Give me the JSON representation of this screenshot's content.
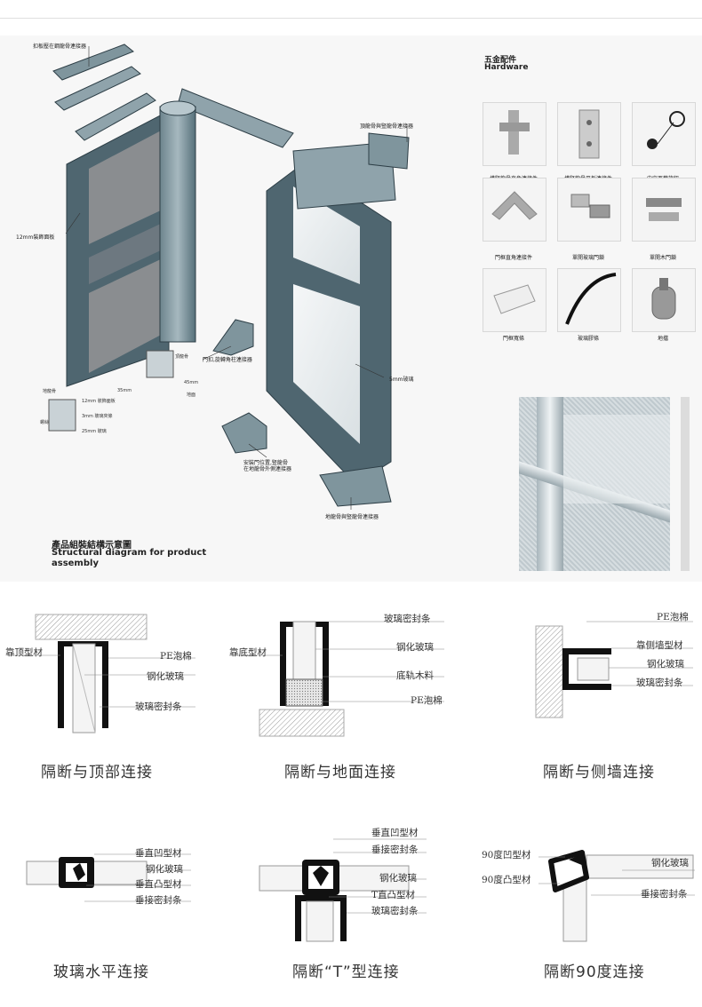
{
  "assembly": {
    "title_cn": "產品組裝結構示意圖",
    "title_en_line1": "Structural diagram for product",
    "title_en_line2": "assembly",
    "labels": {
      "top_connector": "扣板壓在鋼龍骨連接器",
      "panel": "12mm裝飾面板",
      "ceiling_connector": "頂龍骨與豎龍骨連接器",
      "glass": "5mm玻璃",
      "door_corner": "門扣,旋轉角柱連接器",
      "door_position": "安裝門位置,豎龍骨",
      "door_position2": "在地龍骨外側連接器",
      "floor_connector": "地龍骨與豎龍骨連接器",
      "floor": "地面",
      "detail1": "地龍骨",
      "detail2": "12mm 裝飾面板",
      "detail3": "螺絲",
      "detail4": "25mm 玻璃",
      "detail5": "頂龍骨",
      "detail6": "35mm",
      "detail7": "45mm",
      "detail8": "3mm 玻璃夾條"
    }
  },
  "hardware": {
    "title_cn": "五金配件",
    "title_en": "Hardware",
    "items": [
      {
        "label": "橫豎龍骨直角連接件",
        "icon": "angle-bracket-icon"
      },
      {
        "label": "橫豎龍骨平板連接件",
        "icon": "flat-plate-icon"
      },
      {
        "label": "中空百葉旋鈕",
        "icon": "blind-knob-icon"
      },
      {
        "label": "門框直角連接件",
        "icon": "right-angle-icon"
      },
      {
        "label": "單開玻璃門鎖",
        "icon": "glass-lock-icon"
      },
      {
        "label": "單開木門鎖",
        "icon": "wood-lock-icon"
      },
      {
        "label": "門框寬條",
        "icon": "wide-strip-icon"
      },
      {
        "label": "玻璃膠條",
        "icon": "rubber-strip-icon"
      },
      {
        "label": "地擋",
        "icon": "door-stop-icon"
      }
    ]
  },
  "details": [
    {
      "caption": "隔断与顶部连接",
      "labels": [
        "靠顶型材",
        "PE泡棉",
        "钢化玻璃",
        "玻璃密封条"
      ]
    },
    {
      "caption": "隔断与地面连接",
      "labels": [
        "玻璃密封条",
        "靠底型材",
        "钢化玻璃",
        "底轨木料",
        "PE泡棉"
      ]
    },
    {
      "caption": "隔断与侧墙连接",
      "labels": [
        "PE泡棉",
        "靠侧墙型材",
        "钢化玻璃",
        "玻璃密封条"
      ]
    },
    {
      "caption": "玻璃水平连接",
      "labels": [
        "垂直凹型材",
        "钢化玻璃",
        "垂直凸型材",
        "垂接密封条"
      ]
    },
    {
      "caption": "隔断“T”型连接",
      "labels": [
        "垂直凹型材",
        "垂接密封条",
        "钢化玻璃",
        "T直凸型材",
        "玻璃密封条"
      ]
    },
    {
      "caption": "隔断90度连接",
      "labels": [
        "90度凹型材",
        "90度凸型材",
        "钢化玻璃",
        "垂接密封条"
      ]
    }
  ],
  "colors": {
    "frame": "#4f6670",
    "frame_dark": "#2d3e46",
    "frame_light": "#8fa3ab",
    "panel": "#8a8d90",
    "glass": "#eef1f3",
    "hatch": "#999999"
  }
}
